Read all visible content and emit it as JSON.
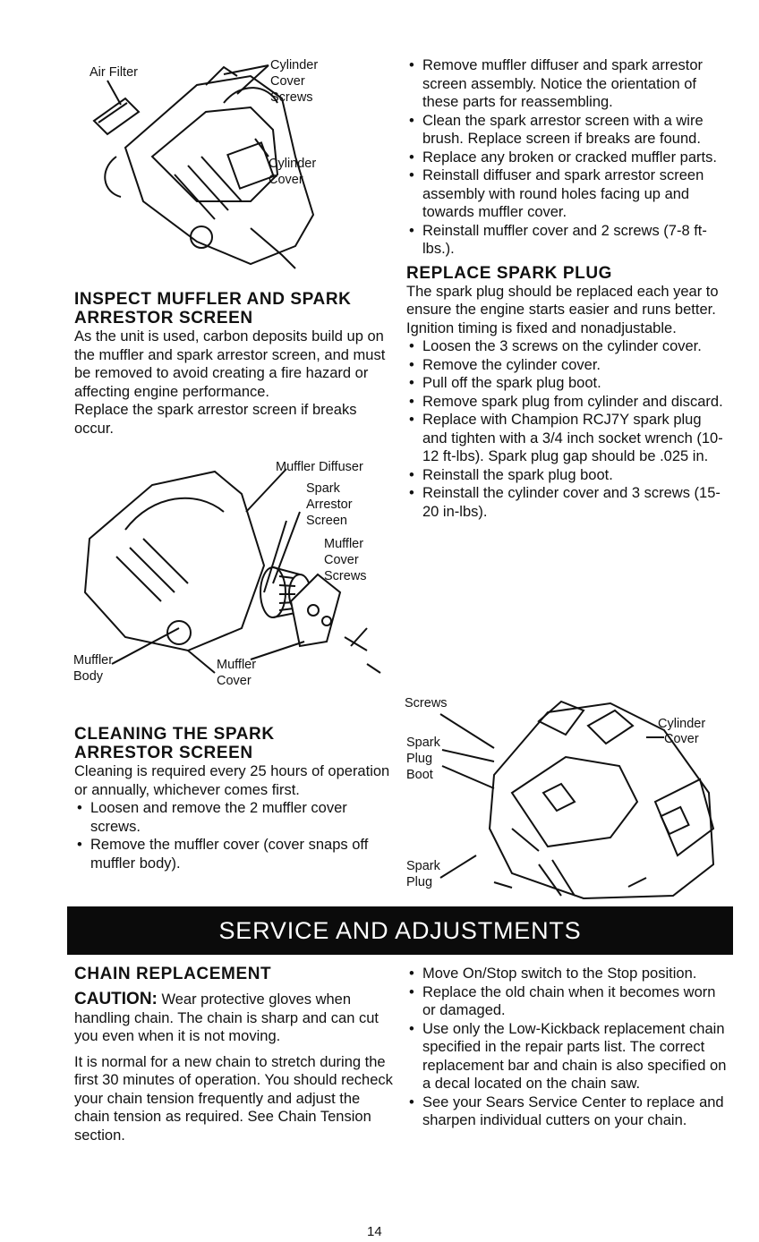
{
  "figure1": {
    "labels": {
      "air_filter": "Air Filter",
      "cylinder_cover_screws": [
        "Cylinder",
        "Cover",
        "Screws"
      ],
      "cylinder_cover": [
        "Cylinder",
        "Cover"
      ]
    }
  },
  "inspect": {
    "title": [
      "INSPECT MUFFLER AND SPARK",
      "ARRESTOR SCREEN"
    ],
    "paragraph1": "As the unit is used, carbon deposits build up on the muffler and spark arrestor screen, and must be removed to avoid creating a fire hazard or affecting engine performance.",
    "paragraph2": "Replace the spark arrestor screen if breaks occur."
  },
  "figure2": {
    "labels": {
      "muffler_diffuser": "Muffler Diffuser",
      "spark_arrestor_screen": [
        "Spark",
        "Arrestor",
        "Screen"
      ],
      "muffler_cover_screws": [
        "Muffler",
        "Cover",
        "Screws"
      ],
      "muffler_body": [
        "Muffler",
        "Body"
      ],
      "muffler_cover": [
        "Muffler",
        "Cover"
      ]
    }
  },
  "cleaning": {
    "title": [
      "CLEANING THE SPARK",
      "ARRESTOR SCREEN"
    ],
    "paragraph": "Cleaning is required every 25 hours of operation or annually, whichever comes first.",
    "bullets": [
      "Loosen and remove the 2 muffler cover screws.",
      "Remove the muffler cover (cover snaps off muffler body)."
    ]
  },
  "right_top": {
    "bullets": [
      "Remove muffler diffuser and spark arrestor screen assembly. Notice the orientation of these parts for reassembling.",
      "Clean the spark arrestor screen with a wire brush. Replace screen if breaks are found.",
      "Replace any broken or cracked muffler parts.",
      "Reinstall diffuser and spark arrestor screen assembly with round holes facing up and towards muffler cover.",
      "Reinstall muffler cover and 2 screws (7-8 ft-lbs.)."
    ]
  },
  "spark_plug": {
    "title": "REPLACE SPARK PLUG",
    "paragraph": "The spark plug should be replaced each year to ensure the engine starts easier and runs better. Ignition timing is fixed and nonadjustable.",
    "bullets": [
      "Loosen the 3 screws on the cylinder cover.",
      "Remove the cylinder cover.",
      "Pull off the spark plug boot.",
      "Remove spark plug from cylinder and discard.",
      "Replace with Champion RCJ7Y spark plug and tighten with a 3/4 inch socket wrench (10-12 ft-lbs). Spark plug gap should be .025 in.",
      "Reinstall the spark plug boot.",
      "Reinstall the cylinder cover and 3 screws (15-20 in-lbs)."
    ]
  },
  "figure3": {
    "labels": {
      "screws": "Screws",
      "cylinder_cover": [
        "Cylinder",
        "Cover"
      ],
      "spark_plug_boot": [
        "Spark",
        "Plug",
        "Boot"
      ],
      "spark_plug": [
        "Spark",
        "Plug"
      ]
    }
  },
  "banner": {
    "text": "SERVICE AND ADJUSTMENTS"
  },
  "chain": {
    "title": "CHAIN REPLACEMENT",
    "caution_label": "CAUTION:",
    "caution_text": " Wear protective gloves when handling chain. The chain is sharp and can cut you even when it is not moving.",
    "paragraph": "It is normal for a new chain to stretch during the first 30 minutes of operation. You should recheck your chain tension frequently and adjust the chain tension as required. See Chain Tension section.",
    "bullets": [
      "Move On/Stop switch to the Stop position.",
      "Replace the old chain when it becomes worn or damaged.",
      "Use only the Low-Kickback replacement chain specified in the repair parts list. The correct replacement bar and chain is also specified on a decal located on the chain saw.",
      "See your Sears Service Center to replace and sharpen individual cutters on your chain."
    ]
  },
  "page_number": "14"
}
